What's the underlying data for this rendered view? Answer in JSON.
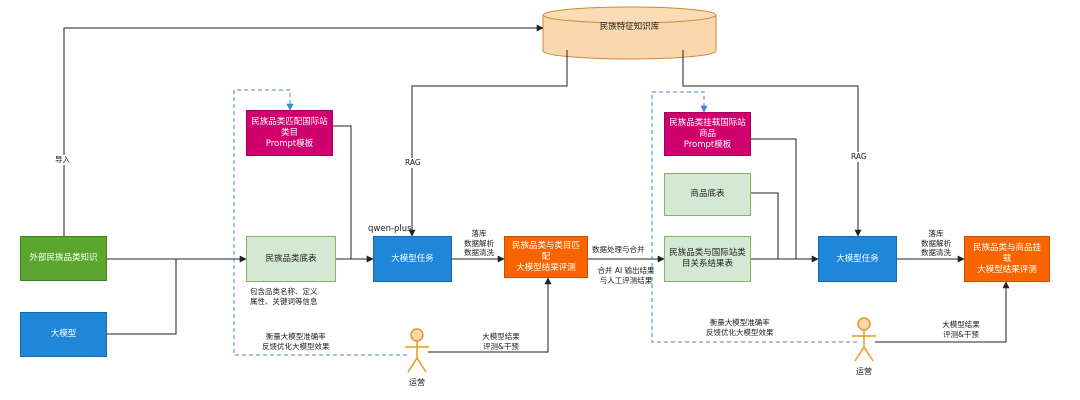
{
  "knowledge_base": "民族特征知识库",
  "nodes": {
    "external_knowledge": "外部民族品类知识",
    "llm": "大模型",
    "prompt_category": "民族品类匹配国际站\n类目\nPrompt模板",
    "base_table": "民族品类底表",
    "task1": "大模型任务",
    "result1": "民族品类与类目匹配\n大模型结果评测",
    "prompt_product": "民族品类挂载国际站\n商品\nPrompt模板",
    "product_table": "商品底表",
    "relation_table": "民族品类与国际站类\n目关系结果表",
    "task2": "大模型任务",
    "result2": "民族品类与商品挂载\n大模型结果评测"
  },
  "labels": {
    "import": "导入",
    "rag1": "RAG",
    "rag2": "RAG",
    "qwen": "qwen-plus",
    "parse1": "落库\n数据解析\n数据清洗",
    "parse2": "落库\n数据解析\n数据清洗",
    "base_info": "包含品类名称、定义\n属性、关键词等信息",
    "data_merge": "数据处理与合并",
    "ai_merge": "合并 AI 输出结果\n与人工评测结果",
    "feedback1": "衡量大模型准确率\n反馈优化大模型效果",
    "feedback2": "衡量大模型准确率\n反馈优化大模型效果",
    "eval1": "大模型结果\n评测&干预",
    "eval2": "大模型结果\n评测&干预"
  },
  "actors": {
    "actor1": "运营",
    "actor2": "运营"
  },
  "colors": {
    "green": "#5aa62e",
    "blue": "#1f86d8",
    "pink": "#d0006f",
    "light_green": "#d5e8d4",
    "orange": "#fa6400",
    "cylinder": "#fad7ac",
    "actor": "#f5a623",
    "dashed": "#4a7fd8"
  }
}
